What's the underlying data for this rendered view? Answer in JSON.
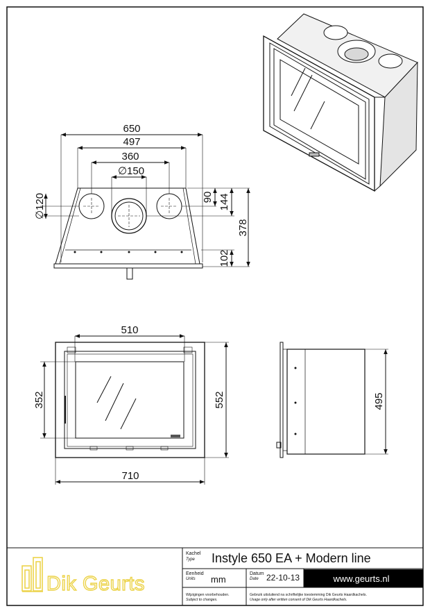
{
  "dimensions": {
    "front_top": {
      "total_width": "650",
      "inner_width": "497",
      "hole_spacing": "360",
      "flue_diameter": "∅150"
    },
    "front_left": {
      "side_hole_diameter": "∅120"
    },
    "front_right": {
      "hole_offset": "90",
      "flue_offset": "144",
      "total_depth": "378",
      "base_height": "102"
    },
    "elevation": {
      "glass_width": "510",
      "glass_height": "352",
      "total_height": "552",
      "total_width": "710"
    },
    "side": {
      "depth": "495"
    }
  },
  "title_block": {
    "brand": "Dik Geurts",
    "type_label_nl": "Kachel",
    "type_label_en": "Type",
    "type_value": "Instyle 650 EA + Modern line",
    "units_label_nl": "Eenheid",
    "units_label_en": "Units",
    "units_value": "mm",
    "date_label_nl": "Datum",
    "date_label_en": "Date",
    "date_value": "22-10-13",
    "website": "www.geurts.nl",
    "changes_nl": "Wijzigingen voorbehouden.",
    "changes_en": "Subject to changes.",
    "consent_nl": "Gebruik uitsluitend na schriftelijke toestemming Dik Geurts Haardkachels.",
    "consent_en": "Usage only after written consent of Dik Geurts Haardkachels."
  },
  "colors": {
    "logo_yellow": "#ecd34a",
    "line": "#111111",
    "website_band": "#000000"
  }
}
